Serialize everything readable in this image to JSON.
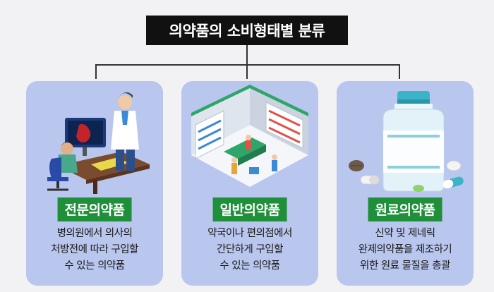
{
  "title": "의약품의 소비형태별 분류",
  "colors": {
    "card_bg": "#b9c6ee",
    "label_bg": "#1f8f3a",
    "title_bg": "#111111"
  },
  "cards": [
    {
      "label": "전문의약품",
      "icon": "doctor-consultation-illustration",
      "lines": [
        "병의원에서 의사의",
        "처방전에 따라 구입할",
        "수 있는 의약품"
      ]
    },
    {
      "label": "일반의약품",
      "icon": "pharmacy-store-illustration",
      "lines": [
        "약국이나 편의점에서",
        "간단하게 구입할",
        "수 있는 의약품"
      ]
    },
    {
      "label": "원료의약품",
      "icon": "medicine-bottle-pills-illustration",
      "lines": [
        "신약 및 제네릭",
        "완제의약품을 제조하기",
        "위한 원료 물질을 총괄"
      ]
    }
  ]
}
